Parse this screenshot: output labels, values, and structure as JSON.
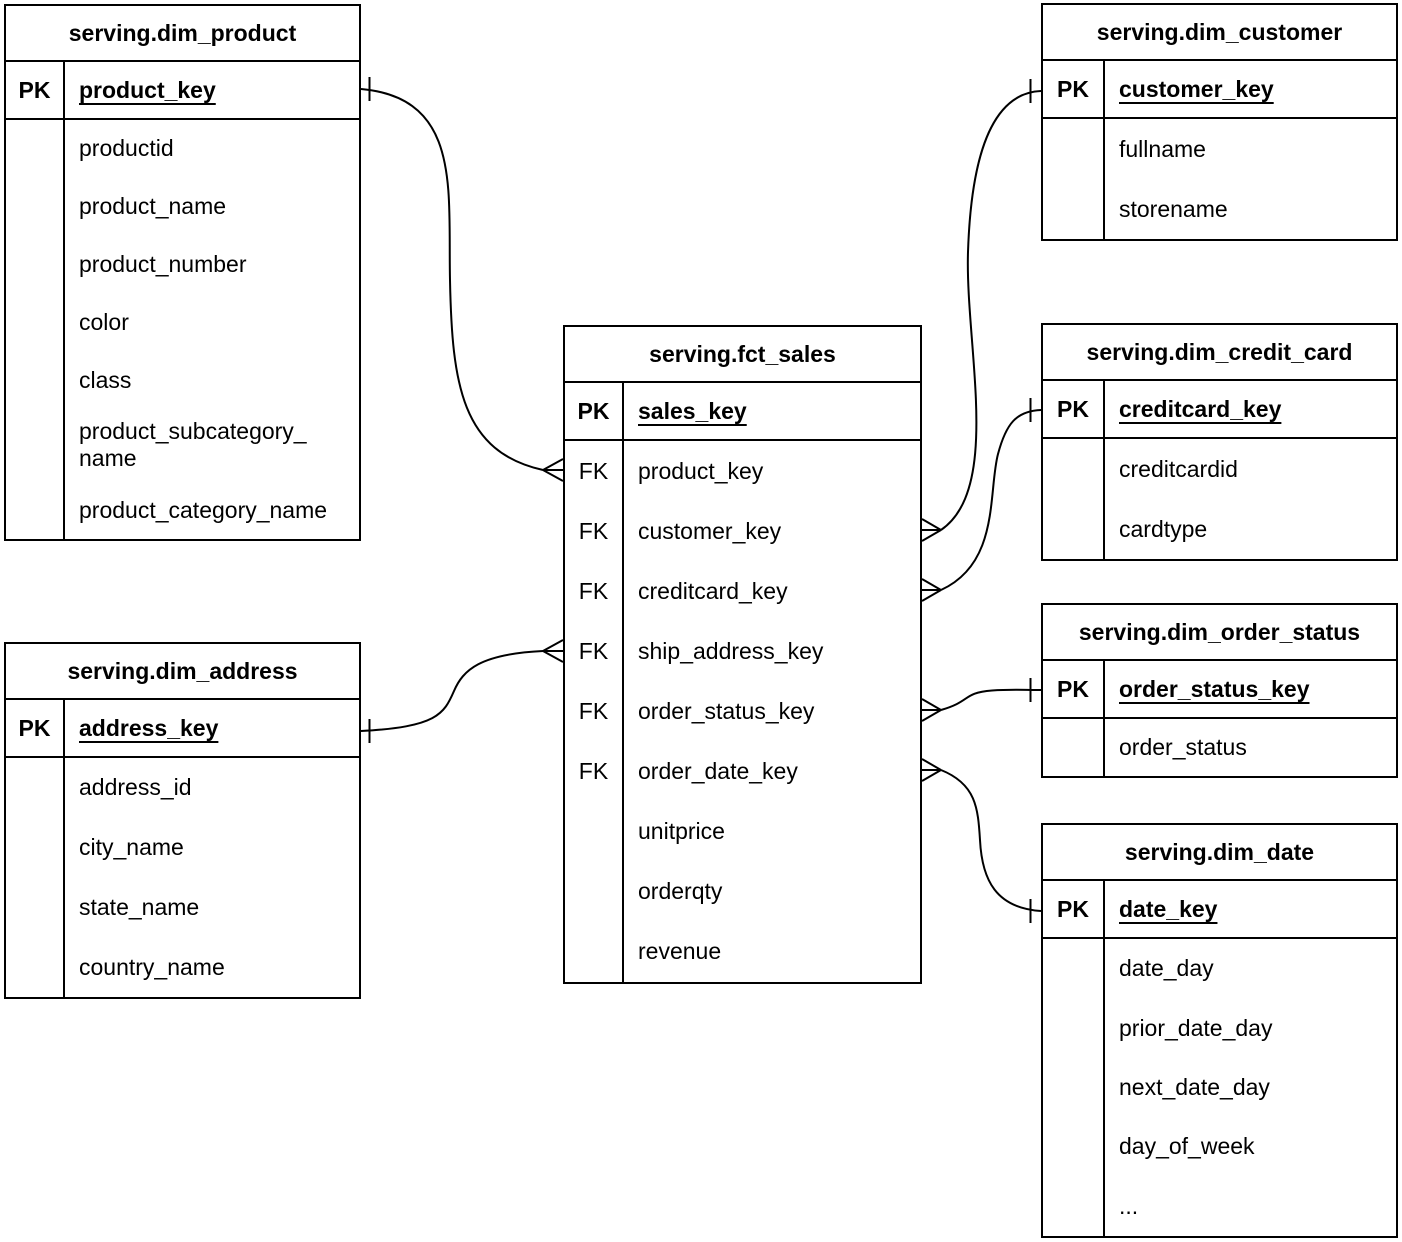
{
  "colors": {
    "line": "#000000",
    "background": "#ffffff",
    "text": "#000000"
  },
  "tables": {
    "dim_product": {
      "title": "serving.dim_product",
      "pk_label": "PK",
      "pk_field": "product_key",
      "rows": [
        {
          "key": "",
          "name": "productid"
        },
        {
          "key": "",
          "name": "product_name"
        },
        {
          "key": "",
          "name": "product_number"
        },
        {
          "key": "",
          "name": "color"
        },
        {
          "key": "",
          "name": "class"
        },
        {
          "key": "",
          "name": "product_subcategory_\nname"
        },
        {
          "key": "",
          "name": "product_category_name"
        }
      ]
    },
    "dim_customer": {
      "title": "serving.dim_customer",
      "pk_label": "PK",
      "pk_field": "customer_key",
      "rows": [
        {
          "key": "",
          "name": "fullname"
        },
        {
          "key": "",
          "name": "storename"
        }
      ]
    },
    "fct_sales": {
      "title": "serving.fct_sales",
      "pk_label": "PK",
      "pk_field": "sales_key",
      "rows": [
        {
          "key": "FK",
          "name": "product_key"
        },
        {
          "key": "FK",
          "name": "customer_key"
        },
        {
          "key": "FK",
          "name": "creditcard_key"
        },
        {
          "key": "FK",
          "name": "ship_address_key"
        },
        {
          "key": "FK",
          "name": "order_status_key"
        },
        {
          "key": "FK",
          "name": "order_date_key"
        },
        {
          "key": "",
          "name": "unitprice"
        },
        {
          "key": "",
          "name": "orderqty"
        },
        {
          "key": "",
          "name": "revenue"
        }
      ]
    },
    "dim_credit_card": {
      "title": "serving.dim_credit_card",
      "pk_label": "PK",
      "pk_field": "creditcard_key",
      "rows": [
        {
          "key": "",
          "name": "creditcardid"
        },
        {
          "key": "",
          "name": "cardtype"
        }
      ]
    },
    "dim_order_status": {
      "title": "serving.dim_order_status",
      "pk_label": "PK",
      "pk_field": "order_status_key",
      "rows": [
        {
          "key": "",
          "name": "order_status"
        }
      ]
    },
    "dim_date": {
      "title": "serving.dim_date",
      "pk_label": "PK",
      "pk_field": "date_key",
      "rows": [
        {
          "key": "",
          "name": "date_day"
        },
        {
          "key": "",
          "name": "prior_date_day"
        },
        {
          "key": "",
          "name": "next_date_day"
        },
        {
          "key": "",
          "name": "day_of_week"
        },
        {
          "key": "",
          "name": "..."
        }
      ]
    },
    "dim_address": {
      "title": "serving.dim_address",
      "pk_label": "PK",
      "pk_field": "address_key",
      "rows": [
        {
          "key": "",
          "name": "address_id"
        },
        {
          "key": "",
          "name": "city_name"
        },
        {
          "key": "",
          "name": "state_name"
        },
        {
          "key": "",
          "name": "country_name"
        }
      ]
    }
  },
  "relationships": [
    {
      "from_table": "serving.fct_sales",
      "from_field": "product_key",
      "from_cardinality": "many",
      "to_table": "serving.dim_product",
      "to_field": "product_key",
      "to_cardinality": "one"
    },
    {
      "from_table": "serving.fct_sales",
      "from_field": "customer_key",
      "from_cardinality": "many",
      "to_table": "serving.dim_customer",
      "to_field": "customer_key",
      "to_cardinality": "one"
    },
    {
      "from_table": "serving.fct_sales",
      "from_field": "creditcard_key",
      "from_cardinality": "many",
      "to_table": "serving.dim_credit_card",
      "to_field": "creditcard_key",
      "to_cardinality": "one"
    },
    {
      "from_table": "serving.fct_sales",
      "from_field": "ship_address_key",
      "from_cardinality": "many",
      "to_table": "serving.dim_address",
      "to_field": "address_key",
      "to_cardinality": "one"
    },
    {
      "from_table": "serving.fct_sales",
      "from_field": "order_status_key",
      "from_cardinality": "many",
      "to_table": "serving.dim_order_status",
      "to_field": "order_status_key",
      "to_cardinality": "one"
    },
    {
      "from_table": "serving.fct_sales",
      "from_field": "order_date_key",
      "from_cardinality": "many",
      "to_table": "serving.dim_date",
      "to_field": "date_key",
      "to_cardinality": "one"
    }
  ]
}
